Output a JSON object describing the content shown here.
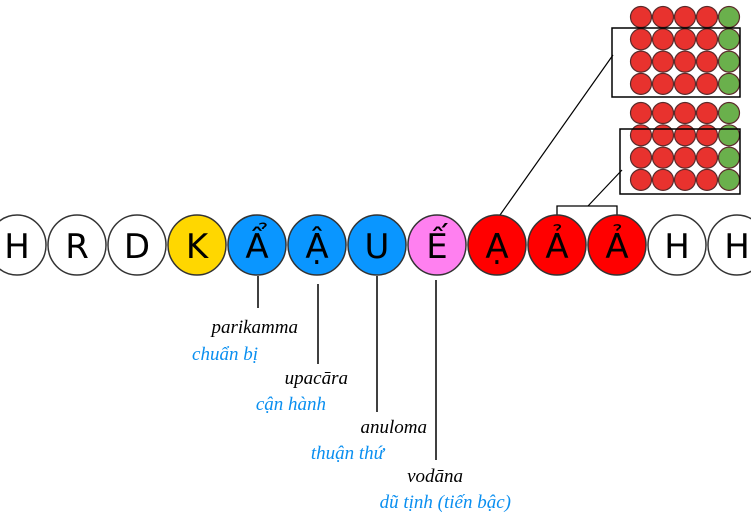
{
  "colors": {
    "white": "#ffffff",
    "yellow": "#ffd700",
    "blue": "#0a96ff",
    "pink": "#ff80f0",
    "red": "#ff0000",
    "grid_red": "#e8322e",
    "grid_green": "#6ab04c"
  },
  "sequence": [
    {
      "letter": "H",
      "color": "#ffffff"
    },
    {
      "letter": "R",
      "color": "#ffffff"
    },
    {
      "letter": "D",
      "color": "#ffffff"
    },
    {
      "letter": "K",
      "color": "#ffd700"
    },
    {
      "letter": "Ẩ",
      "color": "#0a96ff"
    },
    {
      "letter": "Ậ",
      "color": "#0a96ff"
    },
    {
      "letter": "U",
      "color": "#0a96ff"
    },
    {
      "letter": "Ế",
      "color": "#ff80f0"
    },
    {
      "letter": "Ạ",
      "color": "#ff0000"
    },
    {
      "letter": "Ả",
      "color": "#ff0000"
    },
    {
      "letter": "Ả",
      "color": "#ff0000"
    },
    {
      "letter": "H",
      "color": "#ffffff"
    },
    {
      "letter": "H",
      "color": "#ffffff"
    }
  ],
  "labels": [
    {
      "pali": "parikamma",
      "viet": "chuẩn bị"
    },
    {
      "pali": "upacāra",
      "viet": "cận hành"
    },
    {
      "pali": "anuloma",
      "viet": "thuận thứ"
    },
    {
      "pali": "vodāna",
      "viet": "dũ tịnh (tiến bậc)"
    }
  ],
  "grids": [
    {
      "rows": 4,
      "red_per_row": 4,
      "green_per_row": 1
    },
    {
      "rows": 4,
      "red_per_row": 4,
      "green_per_row": 1
    }
  ]
}
